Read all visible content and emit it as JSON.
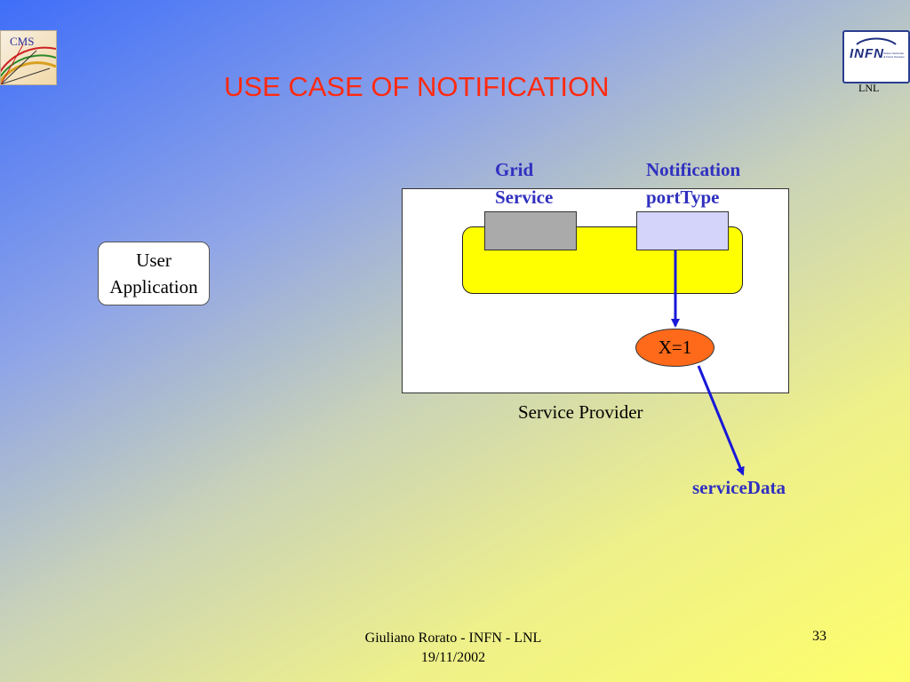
{
  "slide": {
    "title": "USE CASE OF NOTIFICATION",
    "page_number": "33",
    "footer": {
      "author": "Giuliano Rorato - INFN - LNL",
      "date": "19/11/2002"
    }
  },
  "logos": {
    "cms": {
      "text": "CMS",
      "icon": "cms-detector-logo"
    },
    "infn": {
      "text": "INFN",
      "caption": "LNL",
      "small_text": "Istituto Nazionale di Fisica Nucleare",
      "icon": "infn-logo"
    }
  },
  "diagram": {
    "user_application": {
      "line1": "User",
      "line2": "Application"
    },
    "grid_service": {
      "line1": "Grid",
      "line2": "Service"
    },
    "notification_porttype": {
      "line1": "Notification",
      "line2": "portType"
    },
    "oval_label": "X=1",
    "service_provider": "Service Provider",
    "service_data": "serviceData",
    "colors": {
      "title": "#ff2a10",
      "blue_text": "#3030c0",
      "arrow": "#1818d8",
      "yellow_bar": "#ffff00",
      "oval": "#ff6a1a",
      "grid_box": "#aaaaaa",
      "notif_box": "#d4d4fa"
    }
  }
}
